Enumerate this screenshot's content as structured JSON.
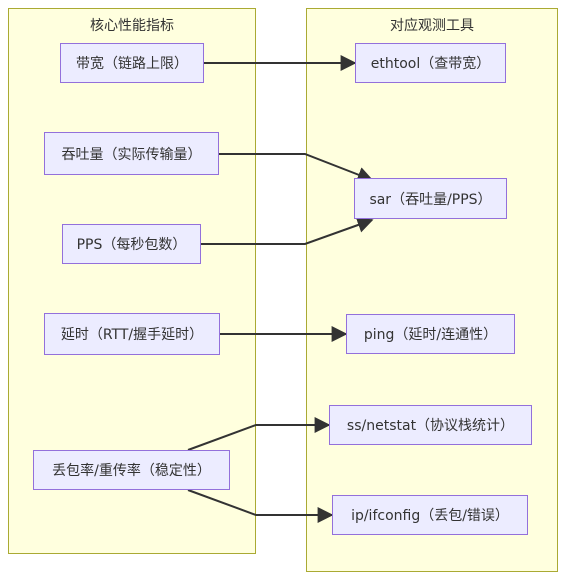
{
  "clusters": {
    "metrics": {
      "title": "核心性能指标"
    },
    "tools": {
      "title": "对应观测工具"
    }
  },
  "metrics": {
    "bandwidth": "带宽（链路上限）",
    "throughput": "吞吐量（实际传输量）",
    "pps": "PPS（每秒包数）",
    "latency": "延时（RTT/握手延时）",
    "loss": "丢包率/重传率（稳定性）"
  },
  "tools": {
    "ethtool": "ethtool（查带宽）",
    "sar": "sar（吞吐量/PPS）",
    "ping": "ping（延时/连通性）",
    "ss": "ss/netstat（协议栈统计）",
    "ip": "ip/ifconfig（丢包/错误）"
  },
  "colors": {
    "cluster_fill": "#ffffde",
    "cluster_border": "#aaaa33",
    "node_fill": "#ececff",
    "node_border": "#9370db",
    "edge": "#333333"
  }
}
